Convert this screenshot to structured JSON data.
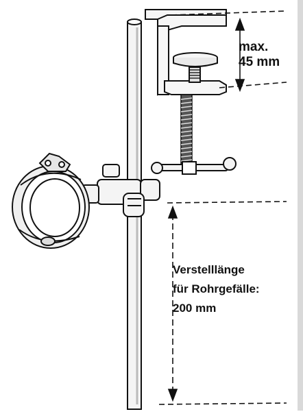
{
  "labels": {
    "max_line1": "max.",
    "max_line2": "45 mm",
    "len_line1": "Verstelllänge",
    "len_line2": "für Rohrgefälle:",
    "len_line3": "200 mm"
  },
  "colors": {
    "ink": "#111111",
    "metal_fill": "#f4f4f4",
    "spring": "#444444",
    "sidebar": "#d9d9d9"
  },
  "icons": [
    "clamp-stand-illustration",
    "dimension-arrow",
    "screw-clamp",
    "pipe-clamp"
  ]
}
